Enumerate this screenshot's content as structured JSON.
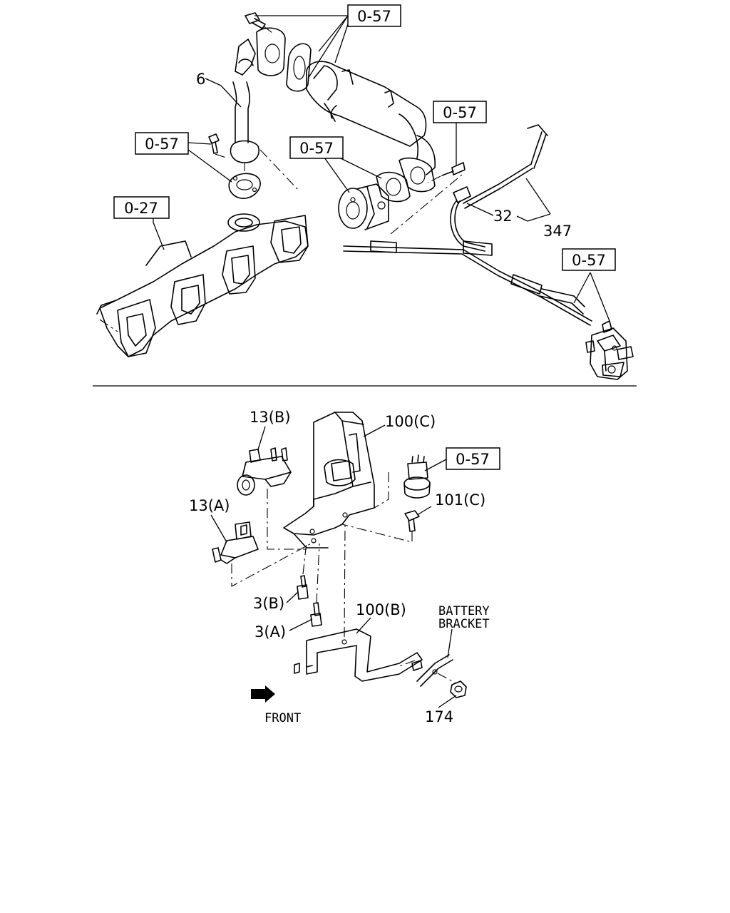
{
  "upper": {
    "callouts": {
      "ref_top": "0-57",
      "ref_left": "0-57",
      "ref_manifold": "0-27",
      "ref_valve": "0-57",
      "ref_bolt": "0-57",
      "ref_right": "0-57",
      "part_pipe": "6",
      "part_32": "32",
      "part_347": "347"
    }
  },
  "lower": {
    "callouts": {
      "part_13b": "13(B)",
      "part_13a": "13(A)",
      "part_100c": "100(C)",
      "ref_sensor": "0-57",
      "part_101c": "101(C)",
      "part_3b": "3(B)",
      "part_3a": "3(A)",
      "part_100b": "100(B)",
      "battery_line1": "BATTERY",
      "battery_line2": "BRACKET",
      "front": "FRONT",
      "part_174": "174"
    }
  }
}
